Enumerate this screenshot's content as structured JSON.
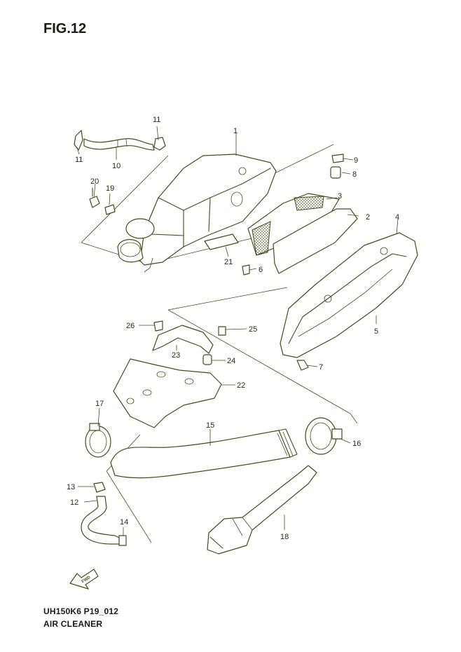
{
  "figure": {
    "title": "FIG.12",
    "model_code": "UH150K6 P19_012",
    "section_name": "AIR CLEANER",
    "line_color": "#4a4a18",
    "background": "#ffffff"
  },
  "callouts": [
    {
      "id": "1",
      "label": "1"
    },
    {
      "id": "2",
      "label": "2"
    },
    {
      "id": "3",
      "label": "3"
    },
    {
      "id": "4",
      "label": "4"
    },
    {
      "id": "5",
      "label": "5"
    },
    {
      "id": "6",
      "label": "6"
    },
    {
      "id": "7",
      "label": "7"
    },
    {
      "id": "8",
      "label": "8"
    },
    {
      "id": "9",
      "label": "9"
    },
    {
      "id": "10",
      "label": "10"
    },
    {
      "id": "11a",
      "label": "11"
    },
    {
      "id": "11b",
      "label": "11"
    },
    {
      "id": "12",
      "label": "12"
    },
    {
      "id": "13",
      "label": "13"
    },
    {
      "id": "14",
      "label": "14"
    },
    {
      "id": "15",
      "label": "15"
    },
    {
      "id": "16",
      "label": "16"
    },
    {
      "id": "17",
      "label": "17"
    },
    {
      "id": "18",
      "label": "18"
    },
    {
      "id": "19",
      "label": "19"
    },
    {
      "id": "20",
      "label": "20"
    },
    {
      "id": "21",
      "label": "21"
    },
    {
      "id": "22",
      "label": "22"
    },
    {
      "id": "23",
      "label": "23"
    },
    {
      "id": "24",
      "label": "24"
    },
    {
      "id": "25",
      "label": "25"
    },
    {
      "id": "26",
      "label": "26"
    }
  ],
  "fwd_arrow": {
    "label": "FWD",
    "icon": "forward-arrow-icon"
  }
}
